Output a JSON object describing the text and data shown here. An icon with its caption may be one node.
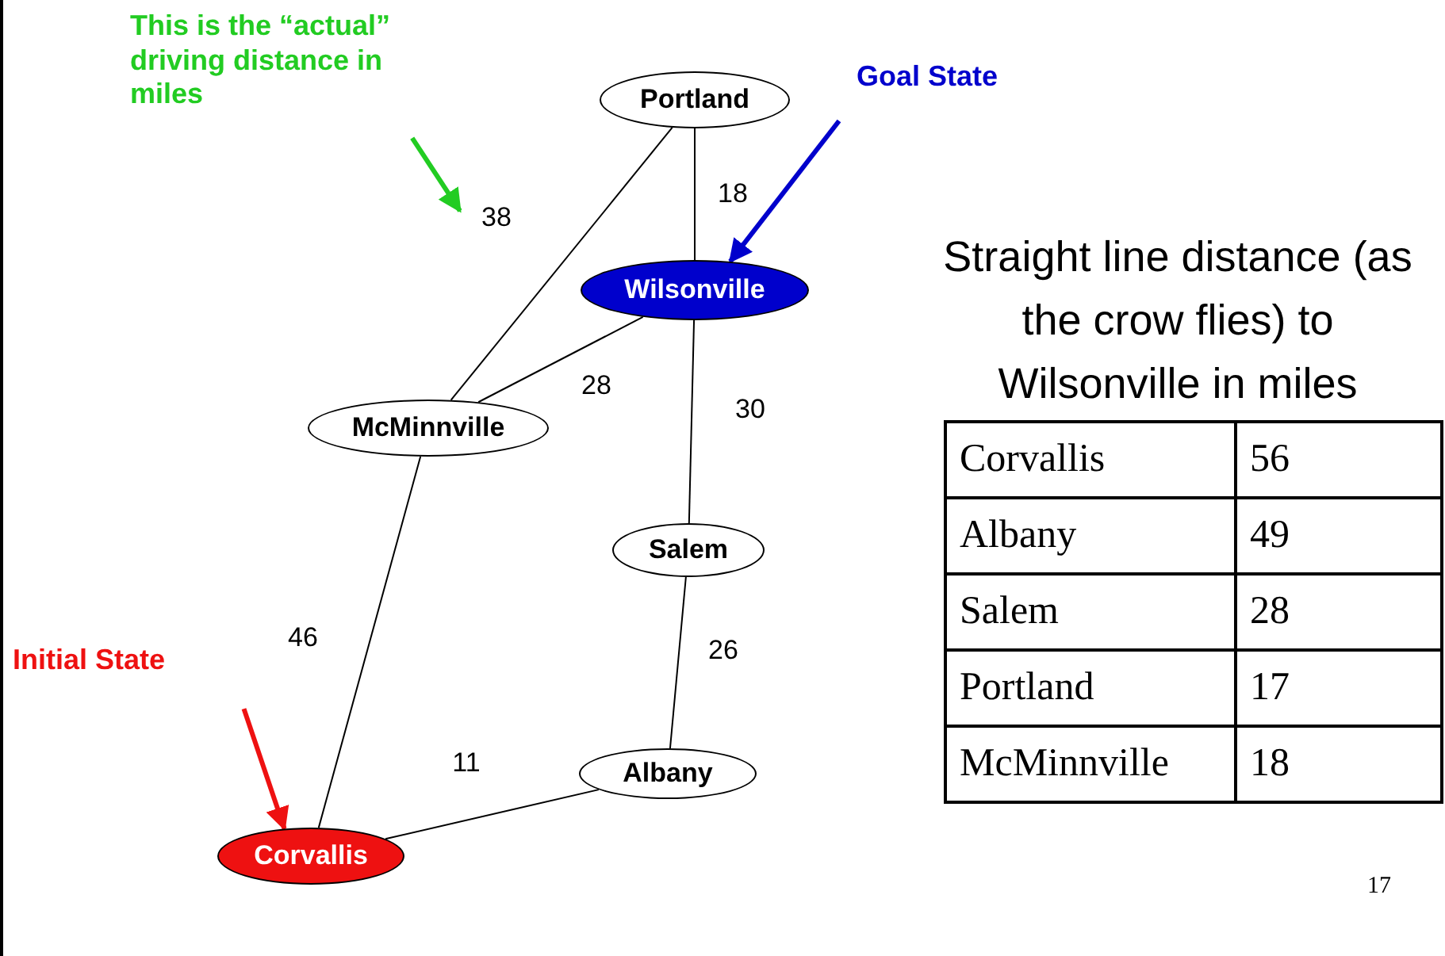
{
  "diagram": {
    "nodes": [
      {
        "text": [
          "Portland"
        ]
      },
      {
        "text": [
          "Wilsonville"
        ]
      },
      {
        "text": [
          "McMinnville"
        ]
      },
      {
        "text": [
          "Salem"
        ]
      },
      {
        "text": [
          "Albany"
        ]
      },
      {
        "text": [
          "Corvallis"
        ]
      },
      {
        "text": [
          "This is the “actual” driving distance in miles"
        ]
      },
      {
        "text": [
          "Goal State"
        ]
      },
      {
        "text": [
          "Initial State"
        ]
      }
    ],
    "edges": [
      {
        "from": 0,
        "to": 1,
        "arrow": "none",
        "label": "18"
      },
      {
        "from": 0,
        "to": 2,
        "arrow": "none",
        "label": "38"
      },
      {
        "from": 1,
        "to": 2,
        "arrow": "none",
        "label": "28"
      },
      {
        "from": 1,
        "to": 3,
        "arrow": "none",
        "label": "30"
      },
      {
        "from": 3,
        "to": 4,
        "arrow": "none",
        "label": "26"
      },
      {
        "from": 2,
        "to": 5,
        "arrow": "none",
        "label": "46"
      },
      {
        "from": 4,
        "to": 5,
        "arrow": "none",
        "label": "11"
      },
      {
        "from": 6,
        "to": null,
        "arrow": "to",
        "color": "#22cc22",
        "style": "thick"
      },
      {
        "from": 7,
        "to": 1,
        "arrow": "to",
        "color": "#0000cc",
        "style": "thick"
      },
      {
        "from": 8,
        "to": 5,
        "arrow": "to",
        "color": "#ee1111",
        "style": "thick"
      }
    ],
    "labels": [
      "Straight line distance (as the crow flies) to Wilsonville in miles",
      "Corvallis",
      "56",
      "Albany",
      "49",
      "Salem",
      "28",
      "Portland",
      "17",
      "McMinnville",
      "18",
      "17"
    ]
  }
}
